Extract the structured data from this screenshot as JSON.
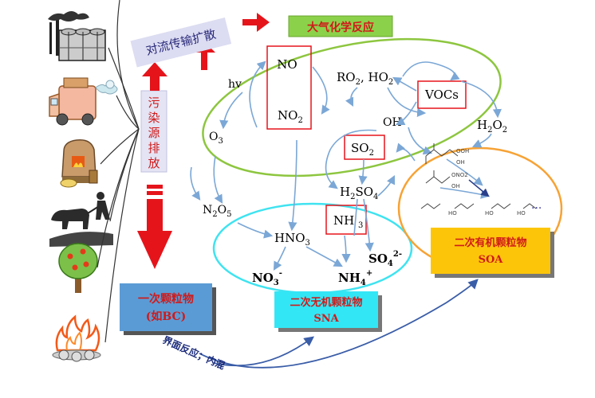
{
  "labels": {
    "transport": "对流传输扩散",
    "atmos": "大气化学反应",
    "source_emission": [
      "污",
      "染",
      "源",
      "排",
      "放"
    ],
    "primary_line1": "一次颗粒物",
    "primary_line2": "(如BC)",
    "interface": "界面反应；内混",
    "sna_line1": "二次无机颗粒物",
    "sna_line2": "SNA",
    "soa_line1": "二次有机颗粒物",
    "soa_line2": "SOA",
    "ellipsis": "..."
  },
  "species": {
    "no": "NO",
    "no2": "NO2",
    "hv": "hv",
    "o3": "O3",
    "ro2ho2": "RO2, HO2",
    "vocs": "VOCs",
    "oh": "OH",
    "h2o2": "H2O2",
    "so2": "SO2",
    "h2so4": "H2SO4",
    "n2o5": "N2O5",
    "hno3": "HNO3",
    "nh3": "NH3",
    "no3": "NO3-",
    "nh4": "NH4+",
    "so4": "SO42-"
  },
  "colors": {
    "green_ellipse": "#8dc63f",
    "cyan_ellipse": "#3fe3f0",
    "orange_ellipse": "#f7a234",
    "arrow_blue": "#7ba7d6",
    "red_arrow": "#e5141b",
    "sna_box": "#33e6f5",
    "soa_box": "#fdc50a",
    "primary_box": "#5b9bd5",
    "transport_box": "#dcdcf2",
    "atmos_box": "#8cd14a"
  },
  "icons": [
    "factory-icon",
    "truck-icon",
    "stove-icon",
    "farmer-ox-icon",
    "tree-icon",
    "fire-icon"
  ]
}
